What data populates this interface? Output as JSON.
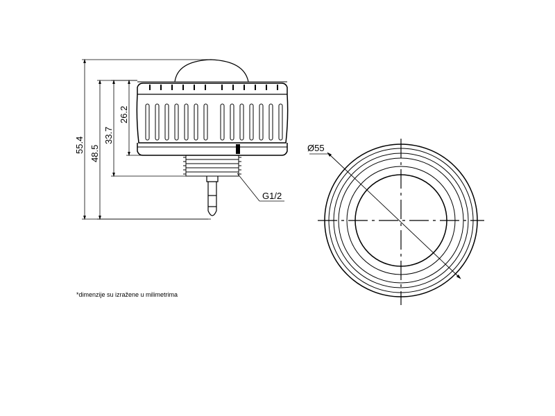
{
  "dimensions": {
    "total_height": "55.4",
    "height_to_base": "48.5",
    "height_housing_thread": "33.7",
    "height_housing": "26.2",
    "diameter": "Ø55",
    "thread": "G1/2"
  },
  "note": "*dimenzije su izražene u milimetrima",
  "colors": {
    "line": "#000000",
    "background": "#ffffff"
  }
}
